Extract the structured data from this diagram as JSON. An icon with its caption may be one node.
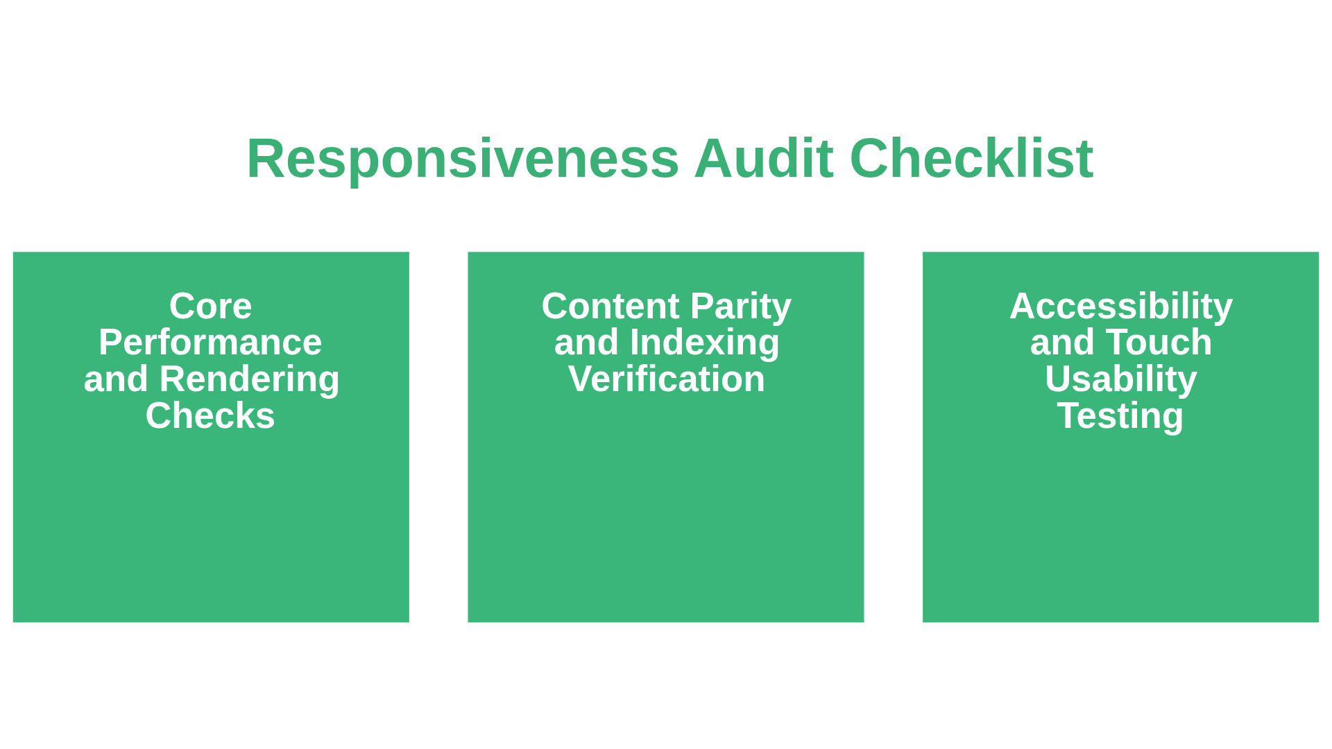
{
  "diagram": {
    "title": "Responsiveness Audit Checklist",
    "nodes": [
      {
        "text": [
          "Core Performance and Rendering Checks"
        ]
      },
      {
        "text": [
          "Content Parity and Indexing Verification"
        ]
      },
      {
        "text": [
          "Accessibility and Touch Usability Testing"
        ]
      }
    ]
  }
}
